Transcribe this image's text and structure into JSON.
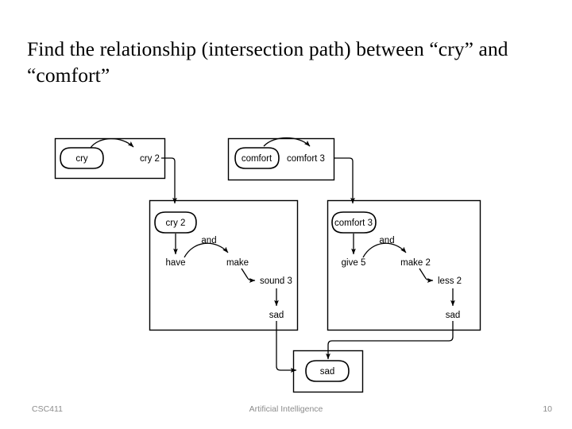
{
  "slide": {
    "title": "Find the relationship (intersection path) between “cry” and “comfort”",
    "background": "#ffffff",
    "ink": "#000000"
  },
  "footer": {
    "course": "CSC411",
    "subject": "Artificial Intelligence",
    "page_number": "10",
    "color": "#8c8c8c"
  },
  "diagram": {
    "type": "semantic-network-intersection-search",
    "boxes": [
      {
        "id": "box-cry-top",
        "oval": "cry",
        "nodes": [
          "cry 2"
        ],
        "edges": [
          {
            "from": "cry",
            "to": "cry 2",
            "label": ""
          }
        ]
      },
      {
        "id": "box-comfort-top",
        "oval": "comfort",
        "nodes": [
          "comfort 3"
        ],
        "edges": [
          {
            "from": "comfort",
            "to": "comfort 3",
            "label": ""
          }
        ]
      },
      {
        "id": "box-cry2-expand",
        "oval": "cry 2",
        "nodes": [
          "have",
          "make",
          "sound 3",
          "sad"
        ],
        "edges": [
          {
            "from": "cry 2",
            "to": "have",
            "label": ""
          },
          {
            "from": "have",
            "to": "make",
            "label": "and"
          },
          {
            "from": "make",
            "to": "sound 3",
            "label": ""
          },
          {
            "from": "sound 3",
            "to": "sad",
            "label": ""
          }
        ]
      },
      {
        "id": "box-comfort3-expand",
        "oval": "comfort 3",
        "nodes": [
          "give 5",
          "make 2",
          "less 2",
          "sad"
        ],
        "edges": [
          {
            "from": "comfort 3",
            "to": "give 5",
            "label": ""
          },
          {
            "from": "give 5",
            "to": "make 2",
            "label": "and"
          },
          {
            "from": "make 2",
            "to": "less 2",
            "label": ""
          },
          {
            "from": "less 2",
            "to": "sad",
            "label": ""
          }
        ]
      },
      {
        "id": "box-sad-intersection",
        "oval": "sad",
        "nodes": [],
        "edges": []
      }
    ],
    "connectors": [
      {
        "from": "cry 2",
        "to": "box-cry2-expand"
      },
      {
        "from": "comfort 3",
        "to": "box-comfort3-expand"
      },
      {
        "from": "sad (left)",
        "to": "box-sad-intersection"
      },
      {
        "from": "sad (right)",
        "to": "box-sad-intersection"
      }
    ],
    "labels": {
      "cry": "cry",
      "cry2": "cry 2",
      "comfort": "comfort",
      "comfort3": "comfort 3",
      "have": "have",
      "make": "make",
      "sound3": "sound 3",
      "sad": "sad",
      "give5": "give 5",
      "make2": "make 2",
      "less2": "less 2",
      "and": "and"
    }
  }
}
